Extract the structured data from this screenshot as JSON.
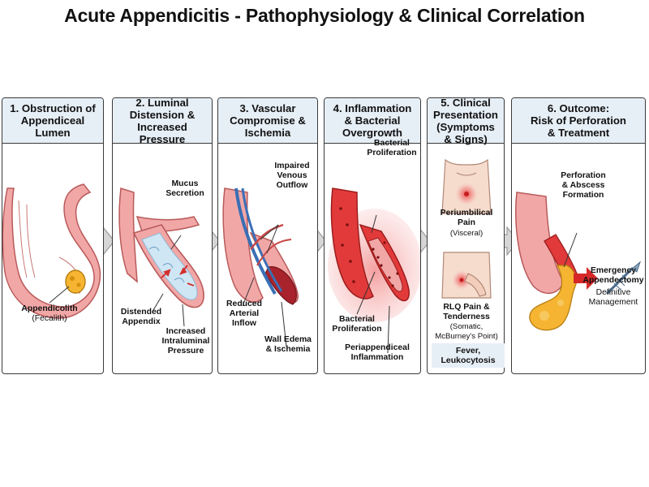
{
  "title": "Acute Appendicitis - Pathophysiology & Clinical Correlation",
  "colors": {
    "tissue": "#f2a7a7",
    "tissue_dark": "#c25a5a",
    "inflamed": "#e23a3a",
    "header_bg": "#e6eef6",
    "fecalith": "#f5b532",
    "vein": "#3a6fb5",
    "arrow": "#c9c9c9"
  },
  "panels": [
    {
      "heading": "1. Obstruction of\nAppendiceal\nLumen",
      "labels": {
        "appendicolith": "Appendicolith",
        "appendicolith_sub": "(Fecalith)"
      }
    },
    {
      "heading": "2. Luminal\nDistension &\nIncreased\nPressure",
      "labels": {
        "mucus": "Mucus\nSecretion",
        "distended": "Distended\nAppendix",
        "pressure": "Increased\nIntraluminal\nPressure"
      }
    },
    {
      "heading": "3. Vascular\nCompromise &\nIschemia",
      "labels": {
        "venous": "Impaired\nVenous\nOutflow",
        "arterial": "Reduced\nArterial\nInflow",
        "edema": "Wall Edema\n& Ischemia"
      }
    },
    {
      "heading": "4. Inflammation\n& Bacterial\nOvergrowth",
      "labels": {
        "bact_top": "Bacterial\nProliferation",
        "bact_bottom": "Bacterial\nProliferation",
        "peri": "Periappendiceal\nInflammation"
      }
    },
    {
      "heading": "5. Clinical\nPresentation\n(Symptoms\n& Signs)",
      "labels": {
        "periumbilical": "Periumbilical\nPain",
        "periumbilical_sub": "(Visceral)",
        "rlq": "RLQ Pain &\nTenderness",
        "rlq_sub": "(Somatic,\nMcBurney's Point)",
        "fever": "Fever,\nLeukocytosis"
      }
    },
    {
      "heading": "6. Outcome:\nRisk of Perforation\n& Treatment",
      "labels": {
        "perforation": "Perforation\n& Abscess\nFormation",
        "surgery": "Emergency\nAppendectomy",
        "management": "Definitive\nManagement"
      }
    }
  ],
  "icons": [
    "flow-arrow-icon",
    "scalpel-icon",
    "torso-icon",
    "hand-icon"
  ]
}
